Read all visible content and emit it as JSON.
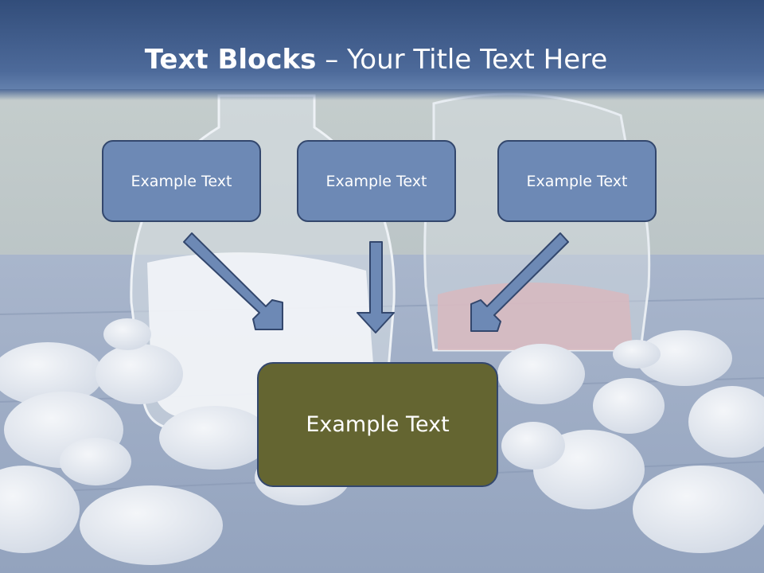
{
  "title": {
    "bold": "Text Blocks",
    "separator": " – ",
    "rest": "Your Title Text Here"
  },
  "blocks": [
    {
      "label": "Example Text"
    },
    {
      "label": "Example Text"
    },
    {
      "label": "Example Text"
    }
  ],
  "main_block": {
    "label": "Example Text"
  },
  "colors": {
    "block_fill": "#6d89b5",
    "block_border": "#33476d",
    "main_fill": "#646531",
    "header_band": "#3f5f8f"
  }
}
